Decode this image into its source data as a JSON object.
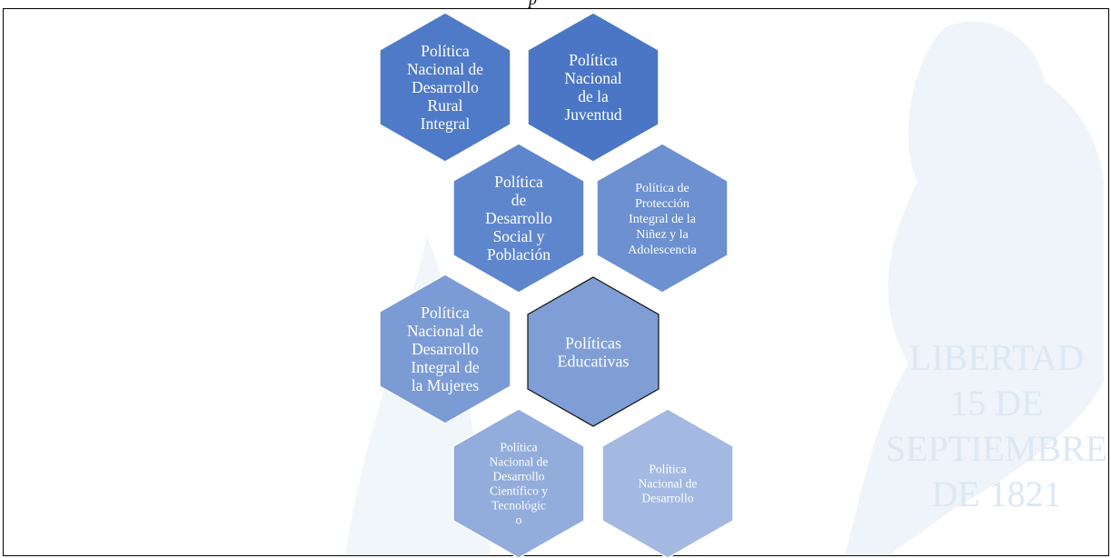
{
  "caption_fragment": "p",
  "watermark": {
    "lines": [
      "LIBERTAD",
      "15 DE",
      "SEPTIEMBRE",
      "DE 1821"
    ],
    "color": "#dce8f3"
  },
  "hexagons": [
    {
      "id": "hex-rural",
      "lines": [
        "Política",
        "Nacional de",
        "Desarrollo",
        "Rural",
        "Integral"
      ],
      "fill": "#4f7ac7"
    },
    {
      "id": "hex-juventud",
      "lines": [
        "Política",
        "Nacional",
        "de la",
        "Juventud"
      ],
      "fill": "#4a76c5"
    },
    {
      "id": "hex-social",
      "lines": [
        "Política",
        "de",
        "Desarrollo",
        "Social y",
        "Población"
      ],
      "fill": "#5e86cc"
    },
    {
      "id": "hex-ninez",
      "lines": [
        "Política de",
        "Protección",
        "Integral de la",
        "Niñez y la",
        "Adolescencia"
      ],
      "fill": "#6c90d0"
    },
    {
      "id": "hex-mujeres",
      "lines": [
        "Política",
        "Nacional de",
        "Desarrollo",
        "Integral de",
        "la Mujeres"
      ],
      "fill": "#7b9bd5"
    },
    {
      "id": "hex-educativas",
      "lines": [
        "Políticas",
        "Educativas"
      ],
      "fill": "#7f9ed6"
    },
    {
      "id": "hex-cientifico",
      "lines": [
        "Política",
        "Nacional de",
        "Desarrollo",
        "Científico y",
        "Tecnológic",
        "o"
      ],
      "fill": "#92acdb"
    },
    {
      "id": "hex-desarrollo",
      "lines": [
        "Política",
        "Nacional de",
        "Desarrollo"
      ],
      "fill": "#a3b9e1"
    }
  ]
}
